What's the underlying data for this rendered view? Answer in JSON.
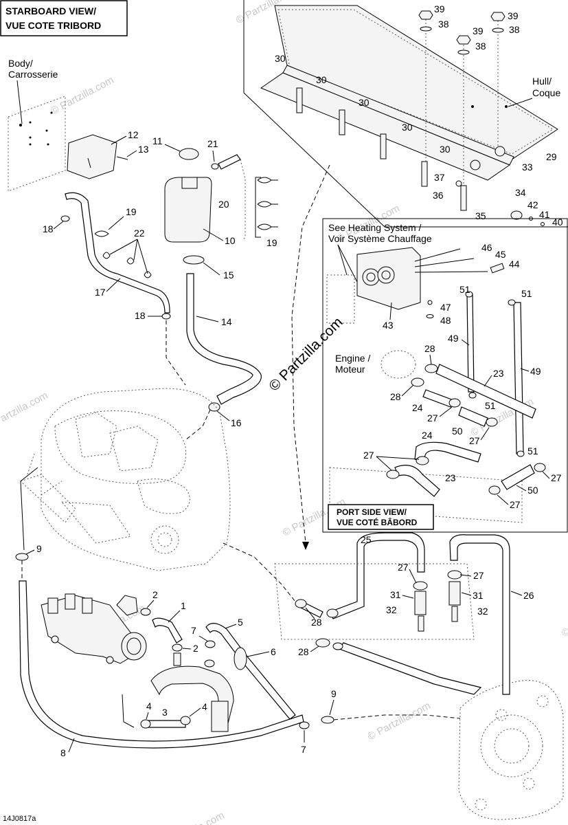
{
  "title_box": {
    "line1": "STARBOARD VIEW/",
    "line2": "VUE COTE TRIBORD"
  },
  "labels": {
    "body": "Body/",
    "body_fr": "Carrosserie",
    "hull": "Hull/",
    "hull_fr": "Coque",
    "heating": "See Heating System /",
    "heating_fr": "Voir Système Chauffage",
    "engine": "Engine /",
    "engine_fr": "Moteur"
  },
  "port_box": {
    "line1": "PORT SIDE VIEW/",
    "line2": "VUE COTÉ BÂBORD"
  },
  "watermark": "© Partzilla.com",
  "partzilla_center": "© Partzilla.com",
  "drawing_number": "14J0817a",
  "callouts": {
    "c39a": "39",
    "c38a": "38",
    "c39b": "39",
    "c38b": "38",
    "c39c": "39",
    "c38c": "38",
    "c30a": "30",
    "c30b": "30",
    "c30c": "30",
    "c30d": "30",
    "c30e": "30",
    "c29": "29",
    "c33": "33",
    "c34": "34",
    "c37": "37",
    "c36": "36",
    "c35": "35",
    "c42": "42",
    "c41": "41",
    "c40": "40",
    "c12": "12",
    "c13": "13",
    "c11": "11",
    "c21": "21",
    "c20": "20",
    "c10": "10",
    "c19a": "19",
    "c19b": "19",
    "c18a": "18",
    "c22": "22",
    "c17": "17",
    "c18b": "18",
    "c15": "15",
    "c14": "14",
    "c16": "16",
    "c46": "46",
    "c45": "45",
    "c44": "44",
    "c47": "47",
    "c48": "48",
    "c43": "43",
    "c51a": "51",
    "c51b": "51",
    "c49a": "49",
    "c49b": "49",
    "c28a": "28",
    "c28b": "28",
    "c23a": "23",
    "c24a": "24",
    "c27a": "27",
    "c51c": "51",
    "c50a": "50",
    "c27b": "27",
    "c24b": "24",
    "c27c": "27",
    "c23b": "23",
    "c51d": "51",
    "c27d": "27",
    "c50b": "50",
    "c27e": "27",
    "c9a": "9",
    "c2a": "2",
    "c1": "1",
    "c7a": "7",
    "c5": "5",
    "c2b": "2",
    "c6": "6",
    "c4a": "4",
    "c3": "3",
    "c4b": "4",
    "c8": "8",
    "c7b": "7",
    "c9b": "9",
    "c25": "25",
    "c27f": "27",
    "c27g": "27",
    "c31a": "31",
    "c31b": "31",
    "c32a": "32",
    "c32b": "32",
    "c26": "26",
    "c28c": "28",
    "c28d": "28"
  }
}
